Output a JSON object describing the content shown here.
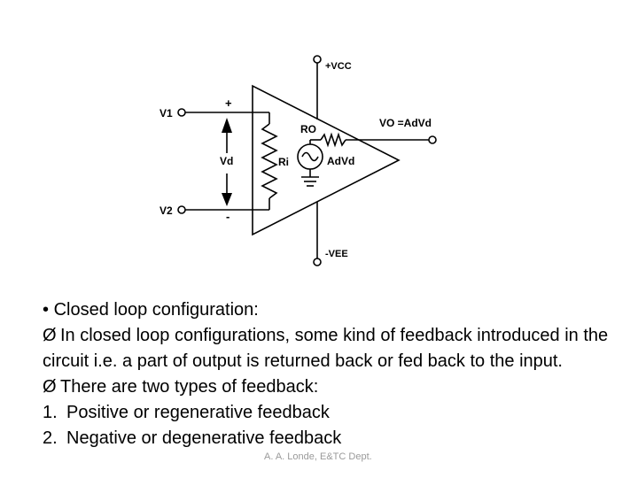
{
  "diagram": {
    "labels": {
      "vcc": "+VCC",
      "vee": "-VEE",
      "v1": "V1",
      "v2": "V2",
      "plus": "+",
      "minus": "-",
      "vd": "Vd",
      "ri": "Ri",
      "ro": "RO",
      "source": "AdVd",
      "output": "VO =AdVd"
    }
  },
  "slide": {
    "bullet": "•",
    "heading": "Closed loop configuration:",
    "arrow": "Ø",
    "point1": "In closed loop configurations, some kind of feedback introduced in the circuit i.e. a part of output is returned back or fed back to the input.",
    "point2": "There are two types of feedback:",
    "list": [
      {
        "num": "1.",
        "text": "Positive or regenerative feedback"
      },
      {
        "num": "2.",
        "text": "Negative or degenerative feedback"
      }
    ]
  },
  "footer": "A. A. Londe, E&TC Dept."
}
